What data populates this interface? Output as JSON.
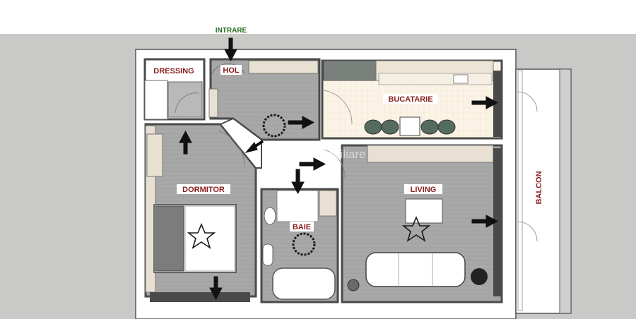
{
  "rooms": {
    "dressing": "DRESSING",
    "hol": "HOL",
    "bucatarie": "BUCATARIE",
    "dormitor": "DORMITOR",
    "living": "LIVING",
    "baie": "BAIE",
    "balcon": "BALCON"
  },
  "entrance_label": "INTRARE",
  "watermark": "Creative Mobiliare",
  "colors": {
    "room_label": "#8a1c1c",
    "entrance_label": "#1f6b1f",
    "floor": "#a7a7a7",
    "kitchen_floor": "#fbf3e6",
    "wall": "#4a4a4a",
    "background": "#c9cac8"
  }
}
